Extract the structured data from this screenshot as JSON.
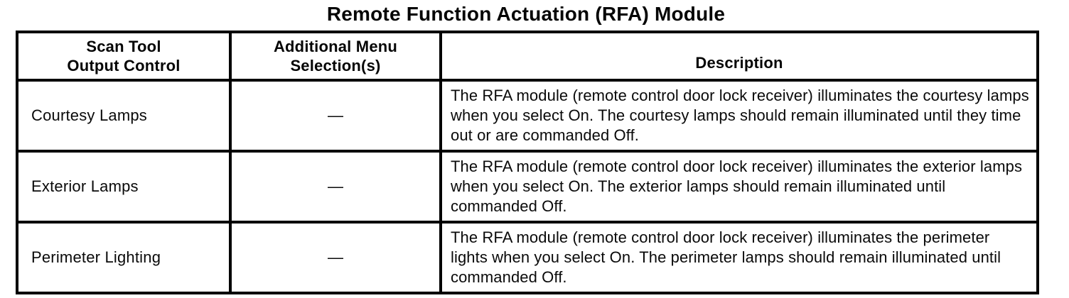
{
  "title": "Remote Function Actuation (RFA) Module",
  "table": {
    "headers": [
      "Scan Tool\nOutput Control",
      "Additional Menu\nSelection(s)",
      "Description"
    ],
    "rows": [
      {
        "control": "Courtesy Lamps",
        "menu": "—",
        "description": "The RFA module (remote control door lock receiver) illuminates the courtesy lamps when you select On. The courtesy lamps should remain illuminated until they time out or are commanded Off."
      },
      {
        "control": "Exterior Lamps",
        "menu": "—",
        "description": "The RFA module (remote control door lock receiver) illuminates the exterior lamps when you select On. The exterior lamps should remain illuminated until commanded Off."
      },
      {
        "control": "Perimeter Lighting",
        "menu": "—",
        "description": "The RFA module (remote control door lock receiver) illuminates the perimeter lights when you select On. The perimeter lamps should remain illuminated until commanded Off."
      }
    ]
  }
}
